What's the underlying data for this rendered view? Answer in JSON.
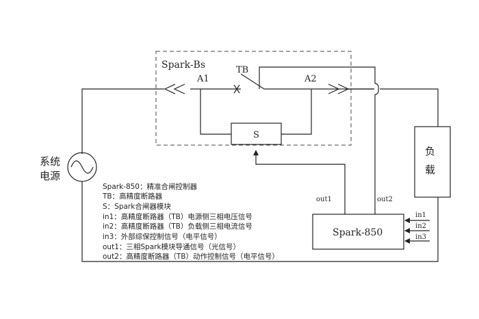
{
  "labels": {
    "module_name": "Spark-Bs",
    "tb": "TB",
    "a1": "A1",
    "a2": "A2",
    "s": "S",
    "source_line1": "系统",
    "source_line2": "电源",
    "load_line1": "负",
    "load_line2": "载",
    "controller": "Spark-850",
    "out1": "out1",
    "out2": "out2",
    "in1": "in1",
    "in2": "in2",
    "in3": "in3"
  },
  "legend": [
    "Spark-850：精准合闸控制器",
    "TB：高精度断路器",
    "S：Spark合闸器模块",
    "in1：高精度断路器（TB）电源侧三相电压信号",
    "in2：高精度断路器（TB）负载侧三相电流信号",
    "in3：外部综保控制信号（电平信号）",
    "out1：三相Spark模块导通信号（光信号）",
    "out2：高精度断路器（TB）动作控制信号（电平信号）"
  ]
}
